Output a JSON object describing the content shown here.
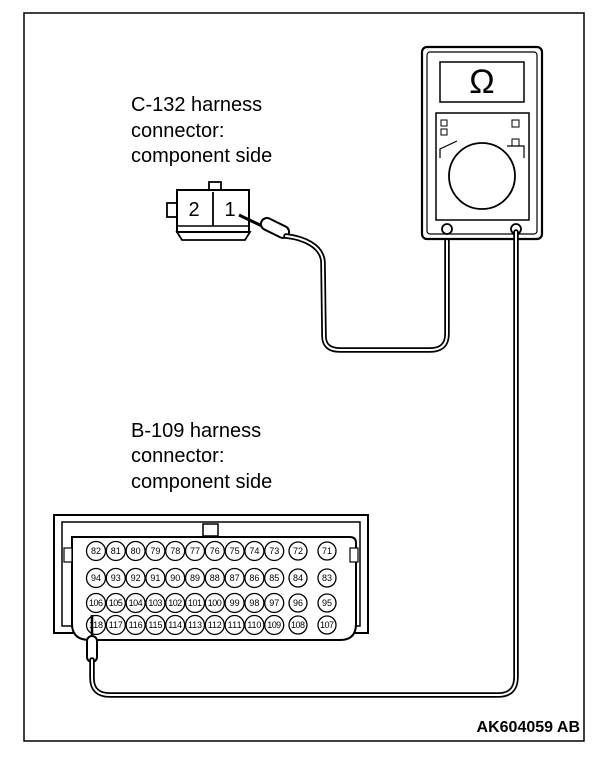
{
  "connector_c132": {
    "title_lines": [
      "C-132 harness",
      "connector:",
      "component side"
    ],
    "pins": [
      "2",
      "1"
    ]
  },
  "connector_b109": {
    "title_lines": [
      "B-109 harness",
      "connector:",
      "component side"
    ],
    "rows": [
      [
        "82",
        "81",
        "80",
        "79",
        "78",
        "77",
        "76",
        "75",
        "74",
        "73",
        "72",
        "71"
      ],
      [
        "94",
        "93",
        "92",
        "91",
        "90",
        "89",
        "88",
        "87",
        "86",
        "85",
        "84",
        "83"
      ],
      [
        "106",
        "105",
        "104",
        "103",
        "102",
        "101",
        "100",
        "99",
        "98",
        "97",
        "96",
        "95"
      ],
      [
        "118",
        "117",
        "116",
        "115",
        "114",
        "113",
        "112",
        "111",
        "110",
        "109",
        "108",
        "107"
      ]
    ]
  },
  "meter": {
    "symbol": "Ω"
  },
  "figure_code": "AK604059 AB"
}
